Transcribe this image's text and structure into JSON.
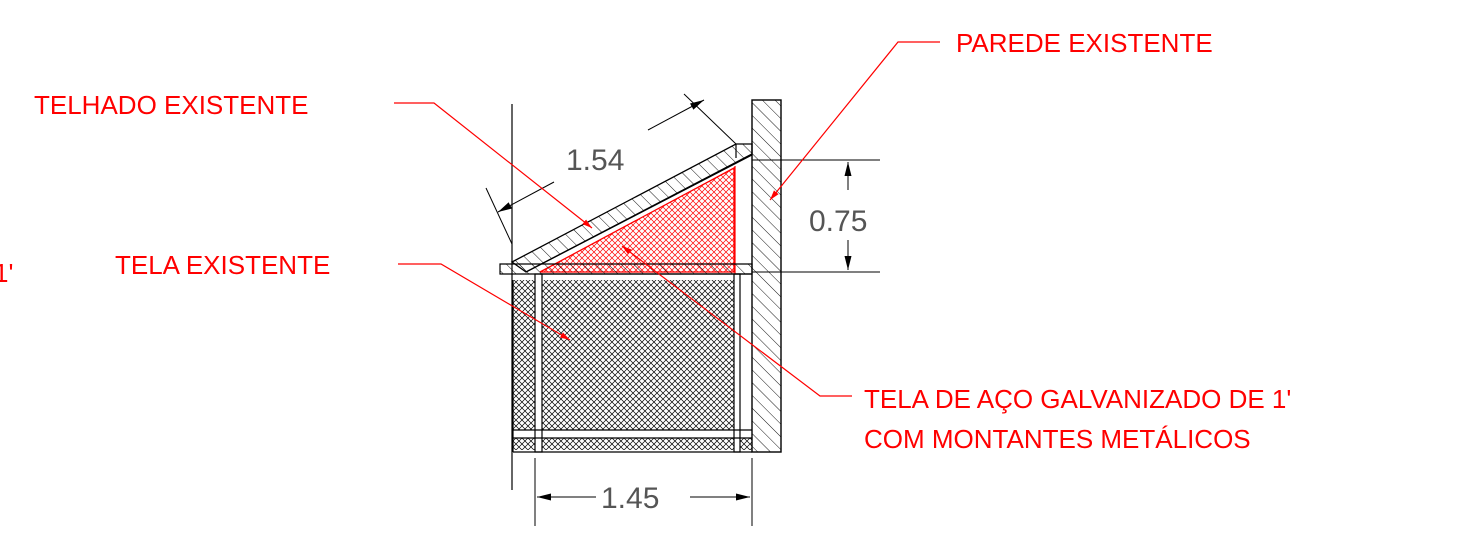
{
  "labels": {
    "parede": "PAREDE EXISTENTE",
    "telhado": "TELHADO EXISTENTE",
    "tela": "TELA EXISTENTE",
    "tela_aco_line1": "TELA DE AÇO GALVANIZADO DE 1'",
    "tela_aco_line2": "COM MONTANTES METÁLICOS",
    "cut_off_fragment": "1'"
  },
  "dimensions": {
    "roof_length": "1.54",
    "height": "0.75",
    "width": "1.45"
  },
  "colors": {
    "annotation": "#ff0000",
    "linework": "#000000",
    "dimension_text": "#555555",
    "new_mesh_fill": "#ff0000"
  }
}
